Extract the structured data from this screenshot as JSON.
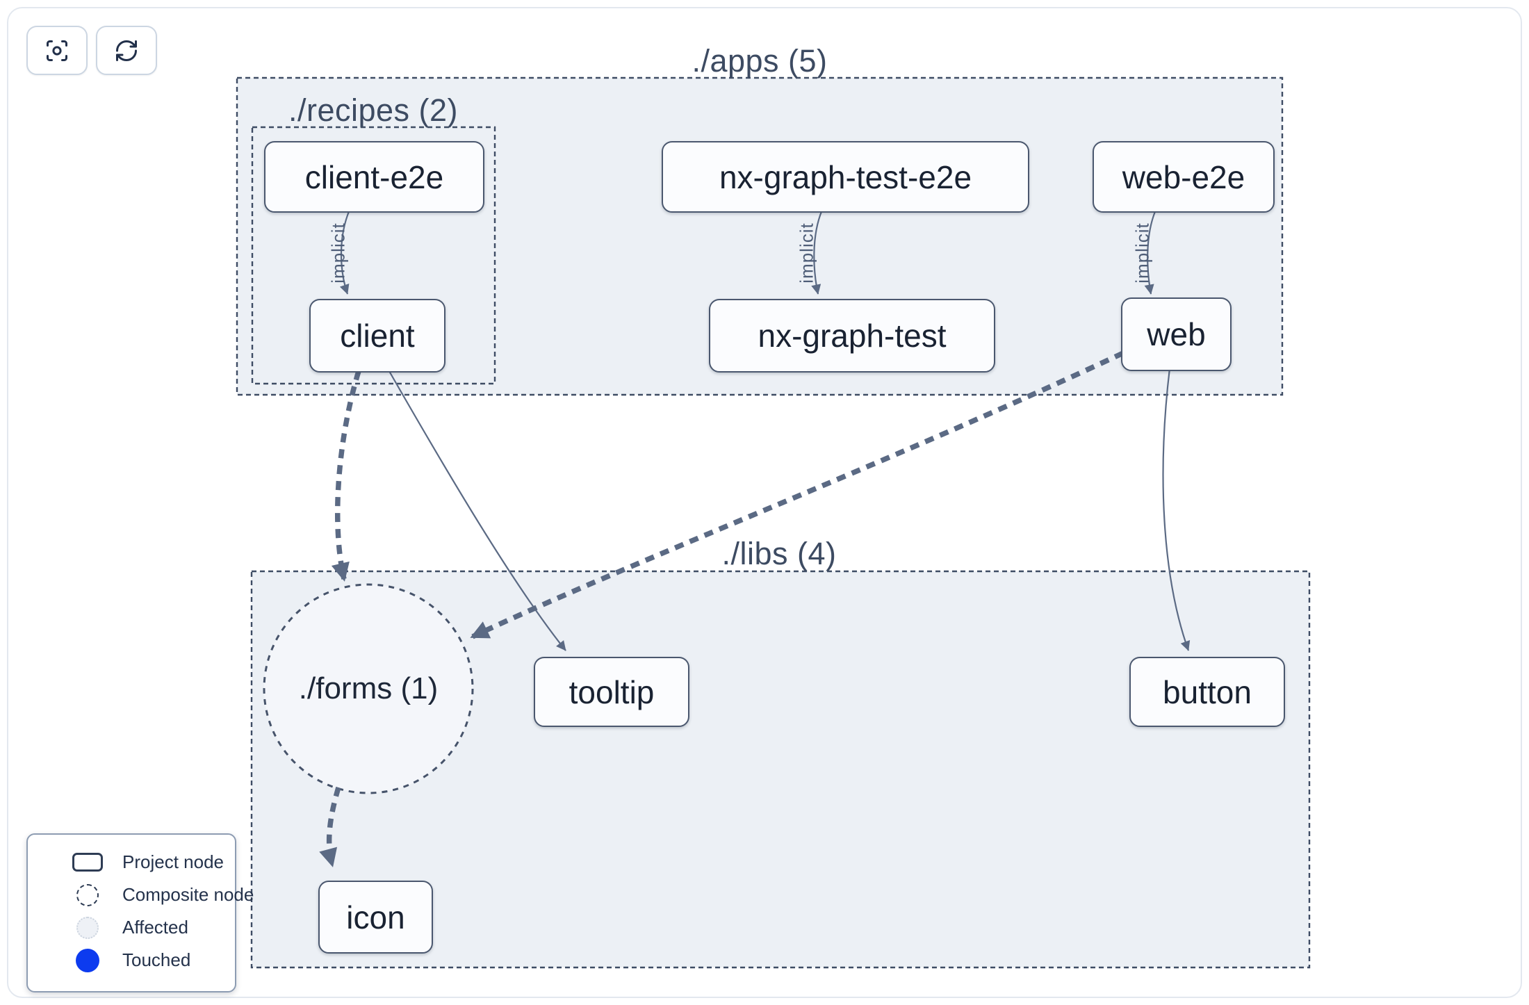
{
  "toolbar": {
    "buttons": [
      {
        "id": "focus",
        "icon": "focus-icon"
      },
      {
        "id": "refresh",
        "icon": "refresh-icon"
      }
    ]
  },
  "graph": {
    "clusters": {
      "apps": {
        "label": "./apps (5)"
      },
      "recipes": {
        "label": "./recipes (2)"
      },
      "libs": {
        "label": "./libs (4)"
      }
    },
    "composite_nodes": [
      {
        "id": "forms",
        "label": "./forms (1)",
        "shape": "dashed-circle"
      }
    ],
    "nodes": [
      {
        "id": "client-e2e",
        "label": "client-e2e",
        "cluster": "./recipes"
      },
      {
        "id": "client",
        "label": "client",
        "cluster": "./recipes"
      },
      {
        "id": "nx-graph-test-e2e",
        "label": "nx-graph-test-e2e",
        "cluster": "./apps"
      },
      {
        "id": "nx-graph-test",
        "label": "nx-graph-test",
        "cluster": "./apps"
      },
      {
        "id": "web-e2e",
        "label": "web-e2e",
        "cluster": "./apps"
      },
      {
        "id": "web",
        "label": "web",
        "cluster": "./apps"
      },
      {
        "id": "tooltip",
        "label": "tooltip",
        "cluster": "./libs"
      },
      {
        "id": "button",
        "label": "button",
        "cluster": "./libs"
      },
      {
        "id": "icon",
        "label": "icon",
        "cluster": "./libs"
      }
    ],
    "edges": [
      {
        "from": "client-e2e",
        "to": "client",
        "label": "implicit",
        "style": "solid-thin"
      },
      {
        "from": "nx-graph-test-e2e",
        "to": "nx-graph-test",
        "label": "implicit",
        "style": "solid-thin"
      },
      {
        "from": "web-e2e",
        "to": "web",
        "label": "implicit",
        "style": "solid-thin"
      },
      {
        "from": "client",
        "to": "./forms (1)",
        "label": "",
        "style": "dashed-thick"
      },
      {
        "from": "client",
        "to": "tooltip",
        "label": "",
        "style": "solid-thin"
      },
      {
        "from": "web",
        "to": "./forms (1)",
        "label": "",
        "style": "dashed-thick"
      },
      {
        "from": "web",
        "to": "button",
        "label": "",
        "style": "solid-thin"
      },
      {
        "from": "./forms (1)",
        "to": "icon",
        "label": "",
        "style": "dashed-thick"
      }
    ]
  },
  "legend": {
    "items": [
      {
        "symbol": "project-node-symbol",
        "label": "Project node"
      },
      {
        "symbol": "composite-node-symbol",
        "label": "Composite node"
      },
      {
        "symbol": "affected-symbol",
        "label": "Affected"
      },
      {
        "symbol": "touched-symbol",
        "label": "Touched"
      }
    ]
  },
  "colors": {
    "touched": "#0d3bef",
    "affected_fill": "#eef1f6",
    "cluster_fill": "#ecf0f5",
    "cluster_border": "#3e4c64",
    "edge": "#5b6a84",
    "node_border": "#4a576e",
    "node_text": "#192232"
  }
}
